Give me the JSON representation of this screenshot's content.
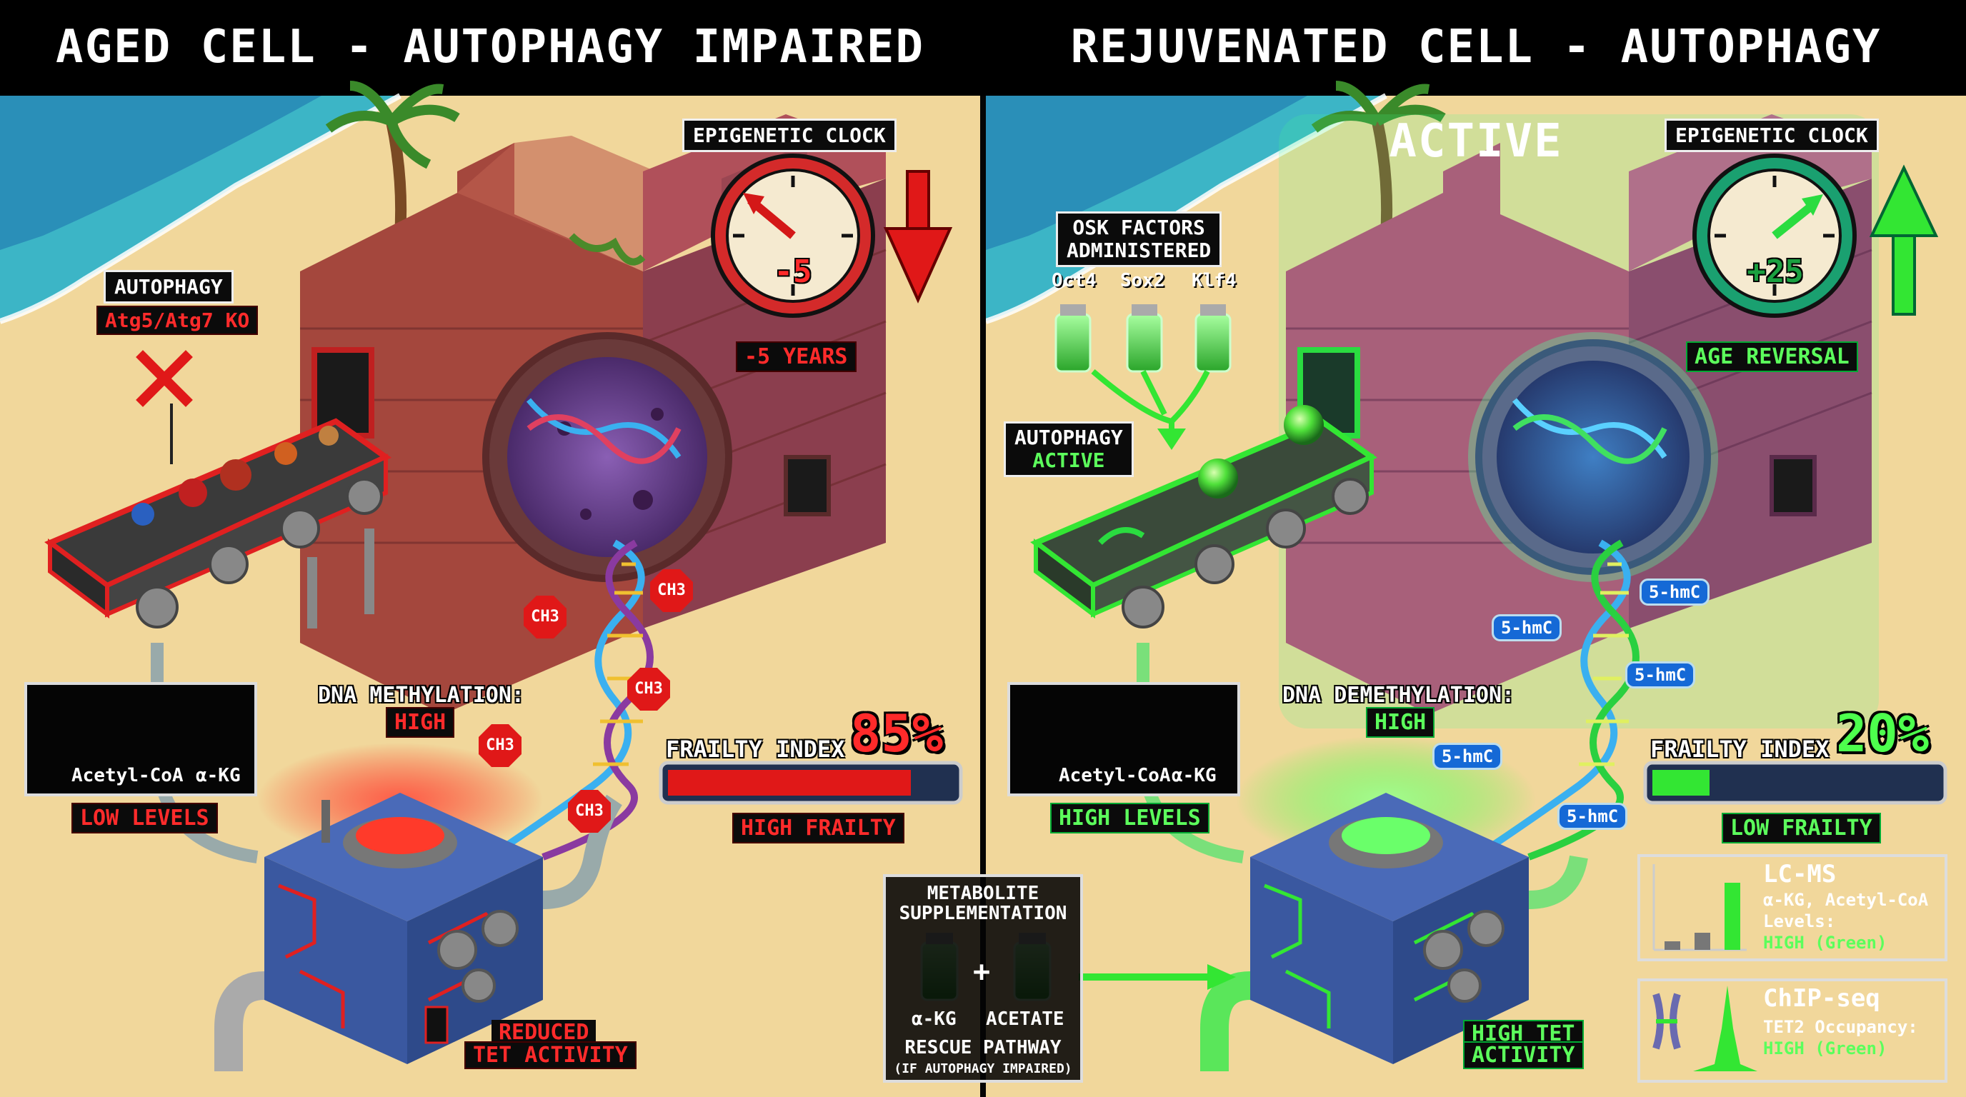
{
  "left_panel": {
    "title": "AGED CELL - AUTOPHAGY IMPAIRED",
    "epigenetic_clock": {
      "label": "EPIGENETIC CLOCK",
      "value": "-5",
      "caption": "-5 YEARS"
    },
    "autophagy": {
      "label": "AUTOPHAGY",
      "status": "Atg5/Atg7 KO"
    },
    "metabolites": {
      "items": [
        "Acetyl-CoA",
        "α-KG"
      ],
      "caption": "LOW LEVELS"
    },
    "dna_label": {
      "title": "DNA METHYLATION:",
      "value": "HIGH"
    },
    "methyl_tags": [
      "CH3",
      "CH3",
      "CH3",
      "CH3",
      "CH3"
    ],
    "frailty": {
      "label": "FRAILTY INDEX",
      "percent": "85%",
      "fraction": 0.85,
      "caption": "HIGH FRAILTY"
    },
    "tet": {
      "line1": "REDUCED",
      "line2": "TET ACTIVITY"
    }
  },
  "right_panel": {
    "title": "REJUVENATED CELL - AUTOPHAGY ACTIVE",
    "epigenetic_clock": {
      "label": "EPIGENETIC CLOCK",
      "value": "+25",
      "caption": "AGE REVERSAL"
    },
    "osk": {
      "line1": "OSK FACTORS",
      "line2": "ADMINISTERED",
      "factors": [
        "Oct4",
        "Sox2",
        "Klf4"
      ]
    },
    "autophagy": {
      "line1": "AUTOPHAGY",
      "line2": "ACTIVE"
    },
    "metabolites": {
      "items": [
        "Acetyl-CoA",
        "α-KG"
      ],
      "caption": "HIGH LEVELS"
    },
    "dna_label": {
      "title": "DNA DEMETHYLATION:",
      "value": "HIGH"
    },
    "hmc_tags": [
      "5-hmC",
      "5-hmC",
      "5-hmC",
      "5-hmC",
      "5-hmC"
    ],
    "frailty": {
      "label": "FRAILTY INDEX",
      "percent": "20%",
      "fraction": 0.2,
      "caption": "LOW FRAILTY"
    },
    "tet": {
      "line1": "HIGH TET",
      "line2": "ACTIVITY"
    },
    "lcms": {
      "title": "LC-MS",
      "line1": "α-KG, Acetyl-CoA",
      "line2": "Levels:",
      "line3": "HIGH (Green)"
    },
    "chip": {
      "title": "ChIP-seq",
      "line1": "TET2 Occupancy:",
      "line2": "HIGH (Green)"
    }
  },
  "metabolite_supplementation": {
    "line1": "METABOLITE",
    "line2": "SUPPLEMENTATION",
    "vials": [
      "α-KG",
      "ACETATE"
    ],
    "plus": "+",
    "rescue1": "RESCUE PATHWAY",
    "rescue2": "(IF AUTOPHAGY IMPAIRED)"
  },
  "colors": {
    "aged_red": "#e01818",
    "young_green": "#33e633",
    "sand": "#f1d79b",
    "brick": "#a4473d"
  }
}
